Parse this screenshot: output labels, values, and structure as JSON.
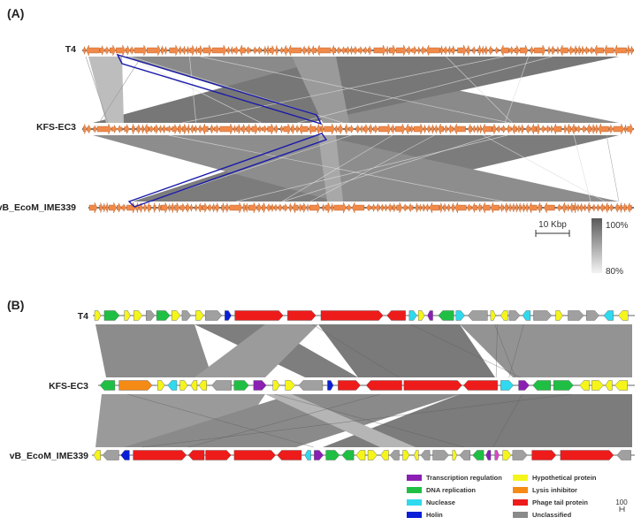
{
  "panel_a": {
    "label": "(A)",
    "genomes": [
      "T4",
      "KFS-EC3",
      "vB_EcoM_IME339"
    ],
    "scale_bar": "10 Kbp",
    "identity_scale": {
      "max": "100%",
      "min": "80%"
    },
    "colors": {
      "arrow": "#f08a4b",
      "arrow_stroke": "#b85a20",
      "highlight": "#1a1aaa"
    }
  },
  "panel_b": {
    "label": "(B)",
    "genomes": [
      "T4",
      "KFS-EC3",
      "vB_EcoM_IME339"
    ],
    "scale_bar": "100",
    "legend": [
      {
        "label": "Transcription regulation",
        "color": "#8b1fb4"
      },
      {
        "label": "DNA replication",
        "color": "#1fbf44"
      },
      {
        "label": "Nuclease",
        "color": "#2fd9ee"
      },
      {
        "label": "Holin",
        "color": "#0a1fd6"
      },
      {
        "label": "Hypothetical protein",
        "color": "#f5f51a"
      },
      {
        "label": "Lysis inhibitor",
        "color": "#f58a14"
      },
      {
        "label": "Phage tail protein",
        "color": "#ee1b1b"
      },
      {
        "label": "Unclassified",
        "color": "#8a8a8a"
      }
    ],
    "tracks": [
      [
        "yellow",
        "green",
        "yellow",
        "yellow",
        "gray",
        "green",
        "yellow",
        "gray",
        "yellow",
        "gray",
        "blue",
        "red",
        "red",
        "red",
        "red",
        "cyan",
        "yellow",
        "purple",
        "green",
        "cyan",
        "gray",
        "yellow",
        "yellow",
        "gray",
        "cyan",
        "gray",
        "yellow",
        "gray",
        "gray",
        "cyan",
        "yellow"
      ],
      [
        "green",
        "orange",
        "yellow",
        "cyan",
        "yellow",
        "yellow",
        "yellow",
        "gray",
        "green",
        "purple",
        "yellow",
        "yellow",
        "gray",
        "blue",
        "red",
        "red",
        "red",
        "red",
        "cyan",
        "purple",
        "green",
        "green",
        "yellow",
        "yellow",
        "yellow",
        "yellow"
      ],
      [
        "yellow",
        "gray",
        "blue",
        "red",
        "red",
        "red",
        "red",
        "red",
        "cyan",
        "purple",
        "green",
        "green",
        "yellow",
        "yellow",
        "yellow",
        "gray",
        "yellow",
        "yellow",
        "gray",
        "gray",
        "yellow",
        "gray",
        "green",
        "purple",
        "magenta",
        "yellow",
        "gray",
        "red",
        "red",
        "gray"
      ]
    ]
  }
}
